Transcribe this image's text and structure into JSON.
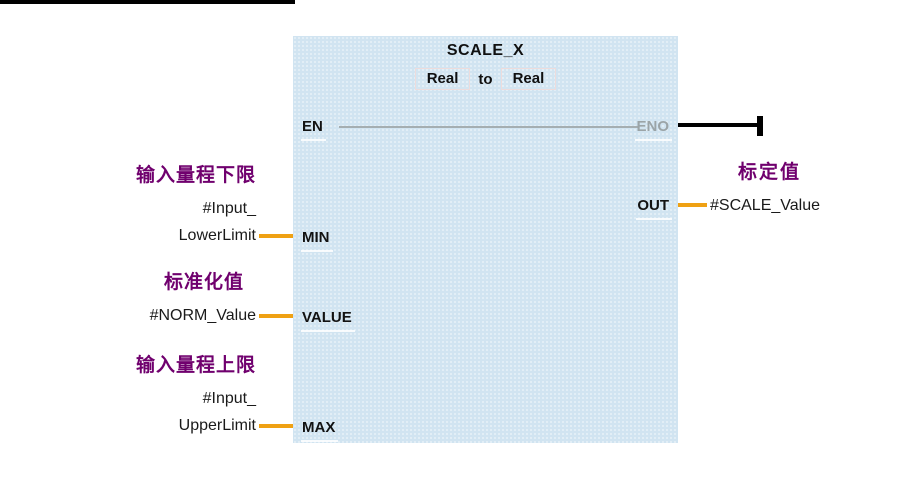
{
  "block": {
    "title": "SCALE_X",
    "type_row": {
      "from": "Real",
      "separator": "to",
      "to": "Real"
    },
    "ports": {
      "en": "EN",
      "eno": "ENO",
      "min": "MIN",
      "value": "VALUE",
      "max": "MAX",
      "out": "OUT"
    }
  },
  "operands": {
    "min": {
      "comment": "输入量程下限",
      "lines": [
        "#Input_",
        "LowerLimit"
      ]
    },
    "value": {
      "comment": "标准化值",
      "lines": [
        "#NORM_Value"
      ]
    },
    "max": {
      "comment": "输入量程上限",
      "lines": [
        "#Input_",
        "UpperLimit"
      ]
    },
    "out": {
      "comment": "标定值",
      "lines": [
        "#SCALE_Value"
      ]
    }
  },
  "colors": {
    "block_fill": "#d1e4f1",
    "accent_orange": "#efa113",
    "label_purple": "#70006e",
    "eno_gray": "#9ba4a7",
    "wire_gray": "#a5aeb1",
    "rail_black": "#000000"
  }
}
